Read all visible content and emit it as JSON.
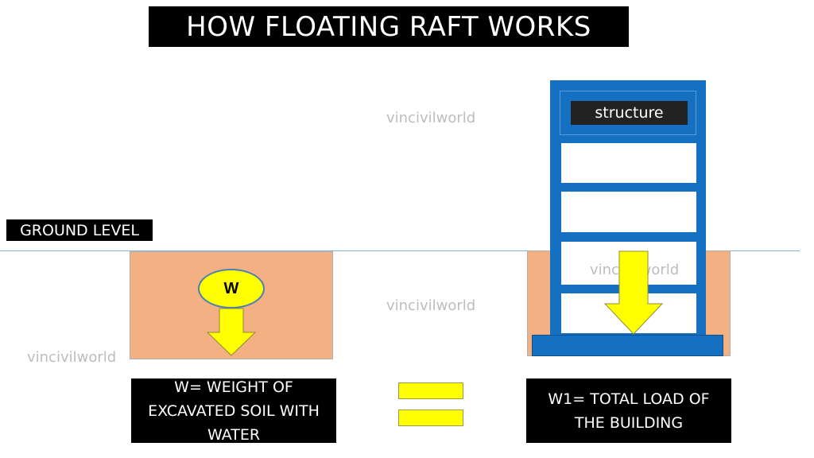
{
  "title": "HOW FLOATING RAFT WORKS",
  "ground_label": "GROUND LEVEL",
  "watermarks": [
    "vincivilworld",
    "vincivilworld",
    "vincivilworld",
    "vincivilworld"
  ],
  "soil_weight_symbol": "W",
  "structure_label": "structure",
  "caption_left": "W= WEIGHT OF EXCAVATED SOIL WITH WATER",
  "caption_right": "W1= TOTAL LOAD OF THE BUILDING",
  "colors": {
    "soil": "#f3b183",
    "structure": "#1670c2",
    "arrow": "#ffff00",
    "ground_line": "#7fb3d8"
  },
  "icons": [
    "down-arrow-icon",
    "equals-icon"
  ]
}
